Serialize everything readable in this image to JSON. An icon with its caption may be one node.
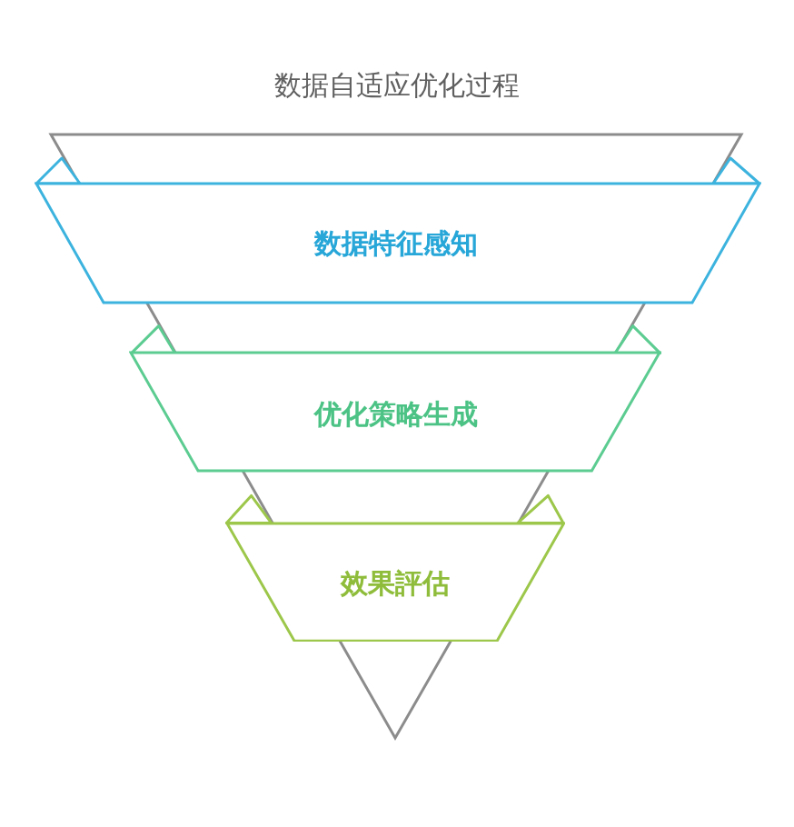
{
  "diagram": {
    "title": "数据自适应优化过程",
    "nodes": [
      {
        "text": [
          "数据特征感知"
        ]
      },
      {
        "text": [
          "优化策略生成"
        ]
      },
      {
        "text": [
          "效果評估"
        ]
      }
    ]
  }
}
